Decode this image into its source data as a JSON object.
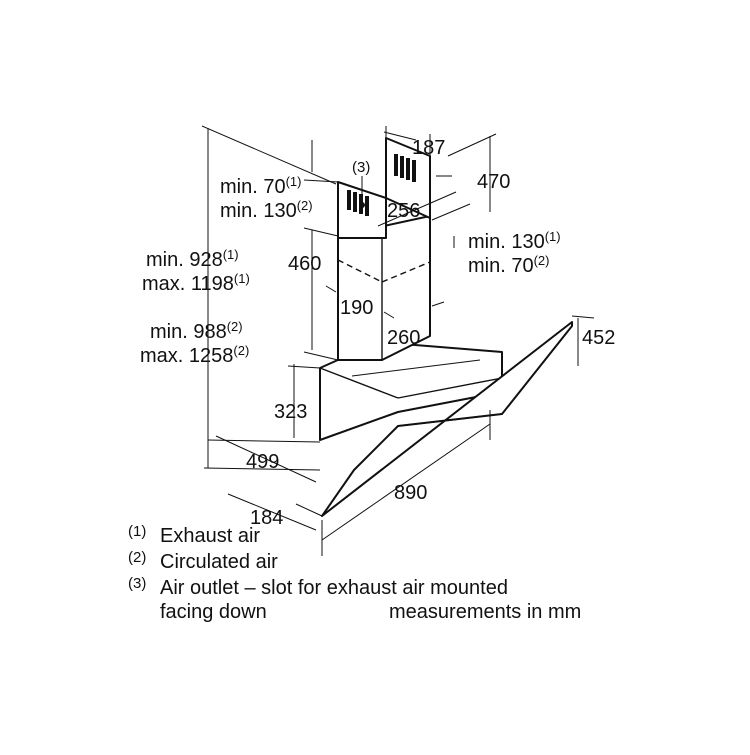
{
  "dimensions": {
    "d187": "187",
    "d470": "470",
    "d256": "256",
    "d460": "460",
    "d190": "190",
    "d260": "260",
    "d452": "452",
    "d323": "323",
    "d499": "499",
    "d890": "890",
    "d184": "184",
    "outlet_ref": "(3)"
  },
  "ranges": {
    "top_left": {
      "a_text": "min. 70",
      "a_ref": "(1)",
      "b_text": "min. 130",
      "b_ref": "(2)"
    },
    "right": {
      "a_text": "min. 130",
      "a_ref": "(1)",
      "b_text": "min. 70",
      "b_ref": "(2)"
    },
    "total_1": {
      "a_text": "min. 928",
      "a_ref": "(1)",
      "b_text": "max. 1198",
      "b_ref": "(1)"
    },
    "total_2": {
      "a_text": "min. 988",
      "a_ref": "(2)",
      "b_text": "max. 1258",
      "b_ref": "(2)"
    }
  },
  "legend": {
    "n1": "(1)",
    "t1": "Exhaust air",
    "n2": "(2)",
    "t2": "Circulated air",
    "n3": "(3)",
    "t3a": "Air outlet – slot for exhaust air mounted",
    "t3b": "facing down",
    "units": "measurements in mm"
  }
}
